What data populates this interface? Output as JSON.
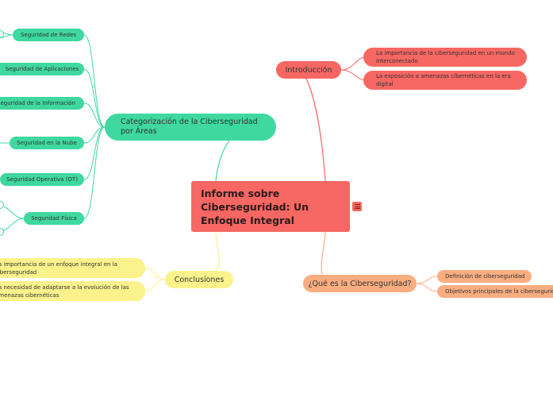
{
  "center": {
    "title": "Informe sobre Ciberseguridad: Un Enfoque Integral"
  },
  "introduccion": {
    "label": "Introducción",
    "children": [
      "La importancia de la ciberseguridad en un mundo interconectado",
      "La exposición a amenazas cibernéticas en la era digital"
    ]
  },
  "que_es": {
    "label": "¿Qué es la Ciberseguridad?",
    "children": [
      "Definición de ciberseguridad",
      "Objetivos principales de la ciberseguridad"
    ]
  },
  "conclusiones": {
    "label": "Conclusiones",
    "children": [
      "La importancia de un enfoque integral en la ciberseguridad",
      "La necesidad de adaptarse a la evolución de las amenazas cibernéticas"
    ]
  },
  "categorizacion": {
    "label": "Categorización de la Ciberseguridad por Áreas",
    "children": [
      "Seguridad de Redes",
      "Seguridad de Aplicaciones",
      "Seguridad de la Información",
      "Seguridad en la Nube",
      "Seguridad Operativa (OT)",
      "Seguridad Física"
    ]
  },
  "colors": {
    "red": "#f76763",
    "orange": "#f9ad80",
    "yellow": "#fbf28c",
    "green": "#3fd89f"
  }
}
